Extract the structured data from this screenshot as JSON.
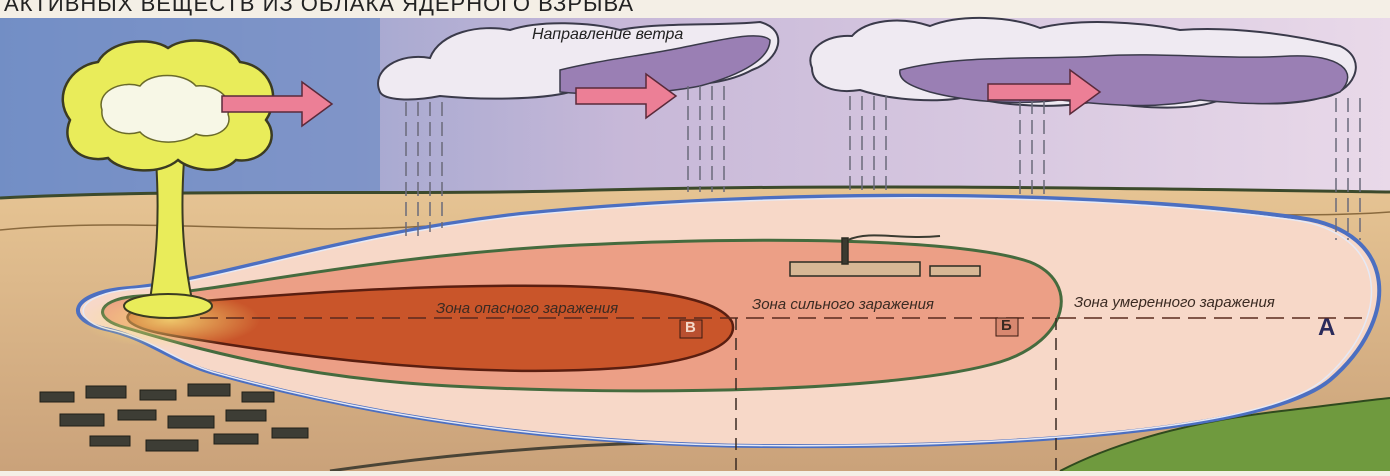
{
  "header": {
    "text": "АКТИВНЫХ ВЕЩЕСТВ ИЗ ОБЛАКА ЯДЕРНОГО ВЗРЫВА"
  },
  "wind": {
    "label": "Направление ветра"
  },
  "zones": [
    {
      "label": "Зона опасного заражения",
      "letter": "В",
      "color": "#c85a2e"
    },
    {
      "label": "Зона сильного заражения",
      "letter": "Б",
      "color": "#e99a7e"
    },
    {
      "label": "Зона умеренного заражения",
      "letter": "А",
      "color": "#f6d4c4"
    }
  ],
  "colors": {
    "sky": "#7f9bc8",
    "ground": "#e8caa0",
    "mushroom": "#e9ec5a",
    "cloud": "#9a7fb4",
    "arrow": "#ec7f96",
    "outline": "#4c6fc1"
  }
}
